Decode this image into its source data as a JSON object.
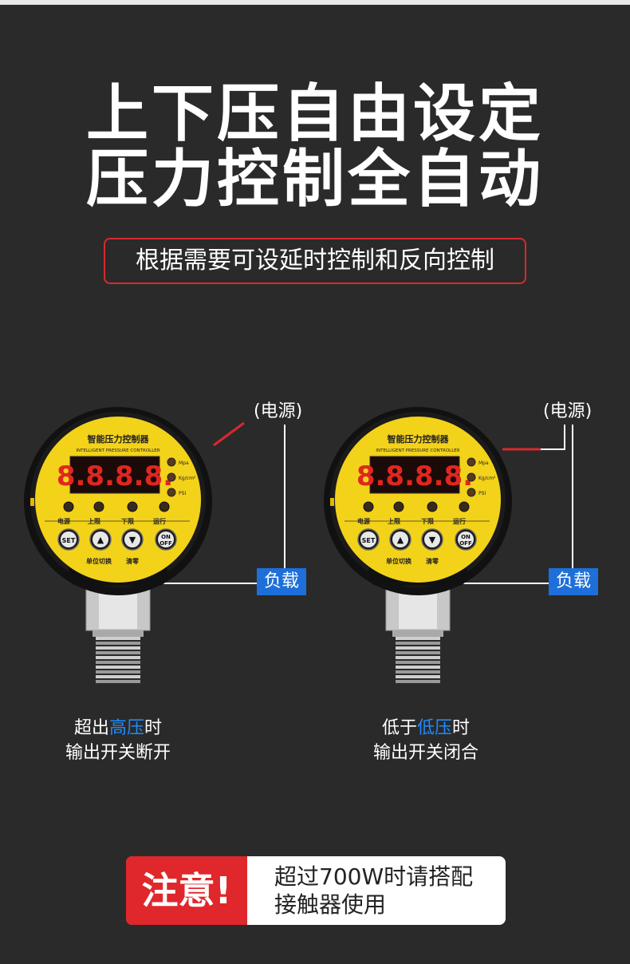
{
  "headline": {
    "line1": "上下压自由设定",
    "line2": "压力控制全自动"
  },
  "subtitle": "根据需要可设延时控制和反向控制",
  "gauge": {
    "brand": "智能压力控制器",
    "brand_en": "INTELLIGENT PRESSURE CONTROLLER",
    "display": "8.8.8.8.",
    "units": [
      "Mpa",
      "Kg/cm²",
      "PSI"
    ],
    "indicators": [
      "电源",
      "上限",
      "下限",
      "运行"
    ],
    "buttons": [
      "SET",
      "▲",
      "▼",
      "ON OFF"
    ],
    "button_labels": [
      "单位切换",
      "清零"
    ]
  },
  "wiring": {
    "power_label": "(电源)",
    "load_label": "负载"
  },
  "left_desc": {
    "line1_pre": "超出",
    "line1_hl": "高压",
    "line1_post": "时",
    "line2": "输出开关断开"
  },
  "right_desc": {
    "line1_pre": "低于",
    "line1_hl": "低压",
    "line1_post": "时",
    "line2": "输出开关闭合"
  },
  "notice": {
    "tag": "注意!",
    "line1": "超过700W时请搭配",
    "line2": "接触器使用"
  },
  "colors": {
    "background": "#2a2a2a",
    "accent_red": "#e0272b",
    "load_blue": "#1e6fd9",
    "highlight_blue": "#1e8cff",
    "gauge_yellow": "#f3d21a"
  }
}
